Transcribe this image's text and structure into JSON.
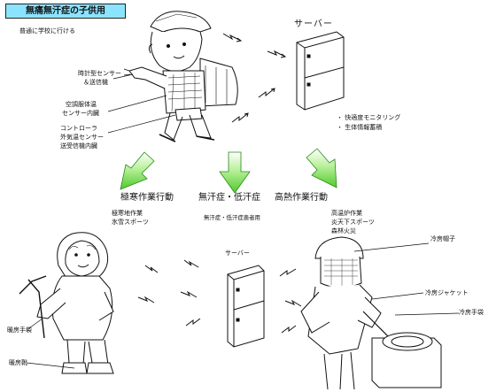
{
  "title": "無痛無汗症の子供用",
  "top": {
    "caption": "普通に学校に行ける",
    "labels": {
      "watch_sensor": [
        "時計型センサー",
        "＆送信機"
      ],
      "vest": [
        "空調服体温",
        "センサー内臓"
      ],
      "controller": [
        "コントローラ",
        "外気温センサー",
        "送受信機内臓"
      ]
    },
    "server_title": "サーバー",
    "server_notes": [
      "・ 快適度モニタリング",
      "・ 生体情報蓄積"
    ]
  },
  "categories": {
    "cold": "極寒作業行動",
    "anhidrosis": "無汗症・低汗症",
    "hot": "高熱作業行動"
  },
  "cold": {
    "items": [
      "極寒地作業",
      "氷雪スポーツ"
    ],
    "labels": {
      "gloves": "暖房手袋",
      "boots": "暖房靴"
    }
  },
  "anhidrosis": {
    "note": "無汗症・低汗症患者用",
    "server_title": "サーバー"
  },
  "hot": {
    "items": [
      "高温炉作業",
      "炎天下スポーツ",
      "森林火災"
    ],
    "labels": {
      "hat": "冷房帽子",
      "jacket": "冷房ジャケット",
      "gloves": "冷房手袋"
    }
  },
  "colors": {
    "title_bg": "#8be4ff",
    "arrow_fill": "#7ed957",
    "ink": "#111111"
  }
}
